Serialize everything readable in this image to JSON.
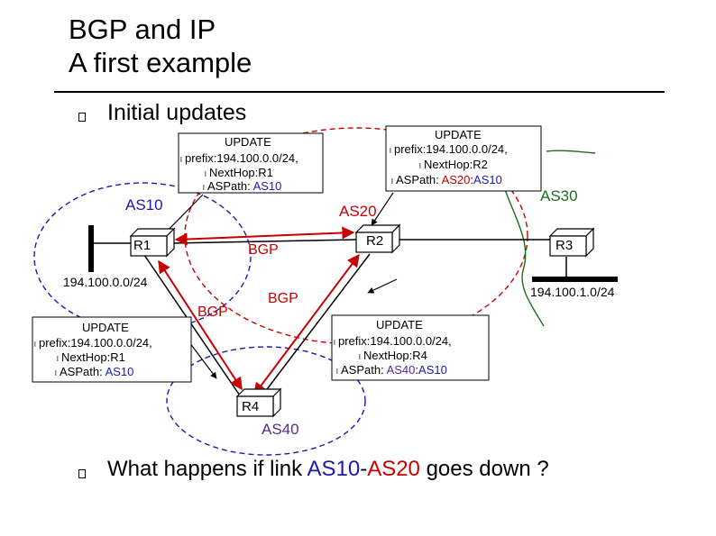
{
  "slide": {
    "title_line1": "BGP and IP",
    "title_line2": "A first example",
    "bullet1": "Initial updates",
    "question": {
      "part1": "What happens if link ",
      "as_a": "AS10",
      "dash": "-",
      "as_b": "AS20",
      "part2": " goes down ?"
    }
  },
  "diagram": {
    "ases": {
      "as10": "AS10",
      "as20": "AS20",
      "as30": "AS30",
      "as40": "AS40"
    },
    "routers": {
      "r1": "R1",
      "r2": "R2",
      "r3": "R3",
      "r4": "R4"
    },
    "prefixes": {
      "left": "194.100.0.0/24",
      "right": "194.100.1.0/24"
    },
    "bgp_labels": {
      "r1_r2": "BGP",
      "r1_r4": "BGP",
      "r2_r4": "BGP"
    },
    "bullet_marker": "l",
    "updates": {
      "u1": {
        "header": "UPDATE",
        "prefix": "prefix:194.100.0.0/24,",
        "nexthop": "NextHop:R1",
        "aspath_label": "ASPath: ",
        "aspath": "AS10"
      },
      "u2": {
        "header": "UPDATE",
        "prefix": "prefix:194.100.0.0/24,",
        "nexthop": "NextHop:R2",
        "aspath_label": "ASPath: ",
        "aspath_a": "AS20",
        "aspath_sep": ":",
        "aspath_b": "AS10"
      },
      "u3": {
        "header": "UPDATE",
        "prefix": "prefix:194.100.0.0/24,",
        "nexthop": "NextHop:R1",
        "aspath_label": "ASPath: ",
        "aspath": "AS10"
      },
      "u4": {
        "header": "UPDATE",
        "prefix": "prefix:194.100.0.0/24,",
        "nexthop": "NextHop:R4",
        "aspath_label": "ASPath: ",
        "aspath_a": "AS40",
        "aspath_sep": ":",
        "aspath_b": "AS10"
      }
    },
    "colors": {
      "as10": "#1a1ab0",
      "as20": "#c80000",
      "as30": "#1a6e1a",
      "as40": "#5a2a8a",
      "arrow": "#c80000"
    }
  }
}
